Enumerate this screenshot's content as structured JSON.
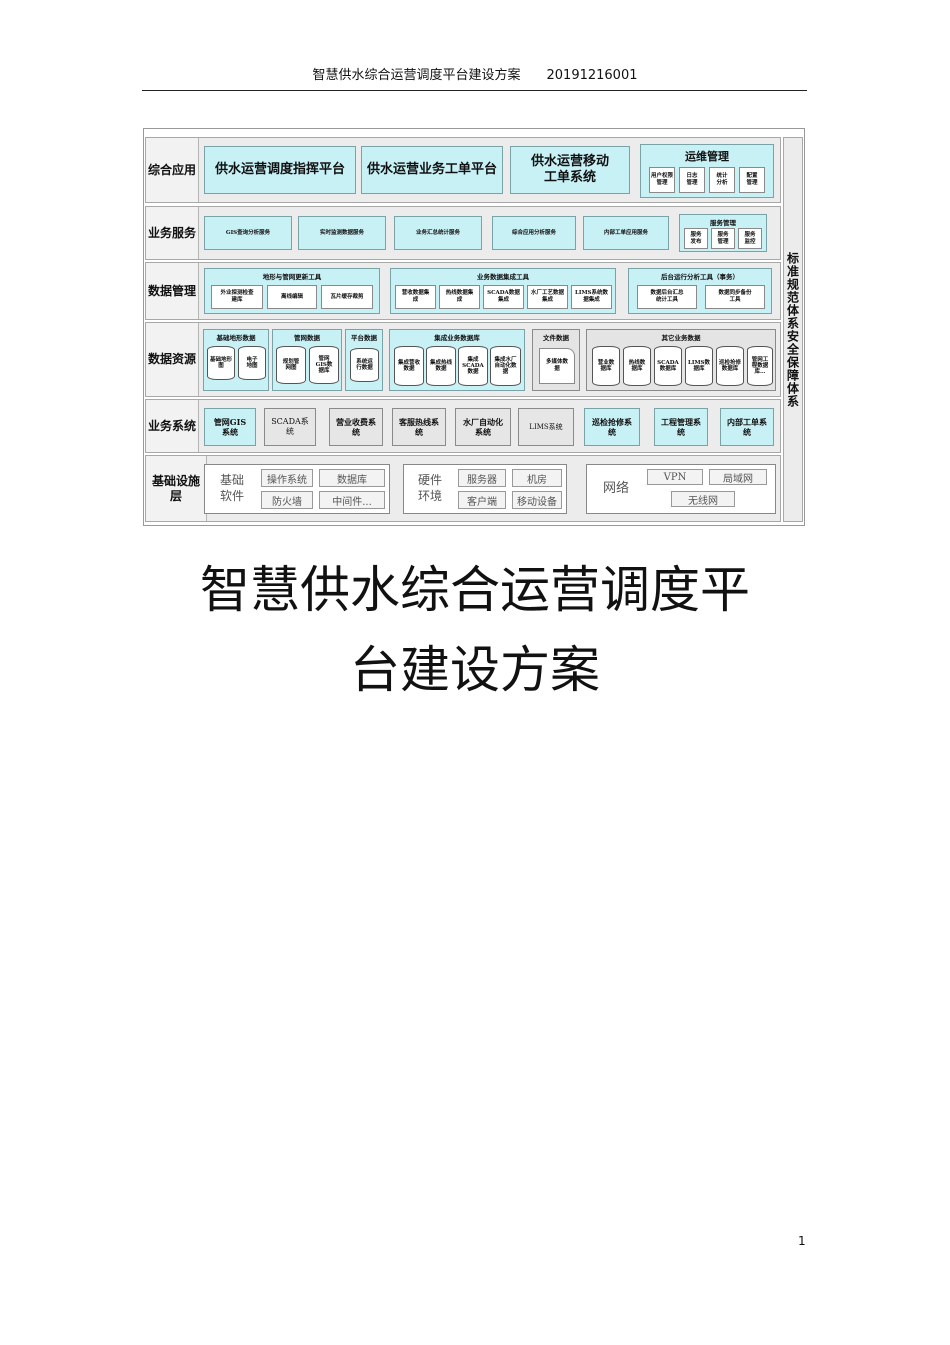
{
  "header": {
    "doc_title": "智慧供水综合运营调度平台建设方案",
    "doc_code": "20191216001"
  },
  "diagram": {
    "side_label": "标准规范体系安全保障体系",
    "rows": {
      "apps": {
        "label": "综合应用",
        "items": [
          "供水运营调度指挥平台",
          "供水运营业务工单平台",
          "供水运营移动工单系统"
        ],
        "ops": {
          "title": "运维管理",
          "items": [
            "用户权限管理",
            "日志管理",
            "统计分析",
            "配置管理"
          ]
        }
      },
      "services": {
        "label": "业务服务",
        "items": [
          "GIS查询分析服务",
          "实时监测数据服务",
          "业务汇总统计服务",
          "综合应用分析服务",
          "内部工单应用服务"
        ],
        "mgmt": {
          "title": "服务管理",
          "items": [
            "服务发布",
            "服务管理",
            "服务监控"
          ]
        }
      },
      "datamgmt": {
        "label": "数据管理",
        "g1": {
          "title": "地形与管网更新工具",
          "items": [
            "外业探测检查建库",
            "离线编辑",
            "瓦片缓存裁剪"
          ]
        },
        "g2": {
          "title": "业务数据集成工具",
          "items": [
            "营收数据集成",
            "热线数据集成",
            "SCADA数据集成",
            "水厂工艺数据集成",
            "LIMS系统数据集成"
          ]
        },
        "g3": {
          "title": "后台运行分析工具（事务）",
          "items": [
            "数据后台汇总统计工具",
            "数据同步备份工具"
          ]
        }
      },
      "resources": {
        "label": "数据资源",
        "base": {
          "title": "基础地形数据",
          "items": [
            "基础地形图",
            "电子地图"
          ]
        },
        "pipe": {
          "title": "管网数据",
          "items": [
            "规划管网图",
            "管网GIS数据库"
          ]
        },
        "platform": {
          "title": "平台数据",
          "items": [
            "系统运行数据"
          ]
        },
        "integ": {
          "title": "集成业务数据库",
          "items": [
            "集成营收数据",
            "集成热线数据",
            "集成SCADA数据",
            "集成水厂自动化数据"
          ]
        },
        "file": {
          "title": "文件数据",
          "items": [
            "多媒体数据"
          ]
        },
        "other": {
          "title": "其它业务数据",
          "items": [
            "营业数据库",
            "热线数据库",
            "SCADA数据库",
            "LIMS数据库",
            "巡检抢修数据库",
            "管网工程数据库…"
          ]
        }
      },
      "systems": {
        "label": "业务系统",
        "items": [
          "管网GIS系统",
          "SCADA系统",
          "营业收费系统",
          "客服热线系统",
          "水厂自动化系统",
          "LIMS系统",
          "巡检抢修系统",
          "工程管理系统",
          "内部工单系统"
        ]
      },
      "infra": {
        "label": "基础设施层",
        "software": {
          "label": "基础软件",
          "items": [
            "操作系统",
            "数据库",
            "防火墙",
            "中间件..."
          ]
        },
        "hardware": {
          "label": "硬件环境",
          "items": [
            "服务器",
            "机房",
            "客户端",
            "移动设备"
          ]
        },
        "network": {
          "label": "网络",
          "items": [
            "VPN",
            "局域网",
            "无线网"
          ]
        }
      }
    }
  },
  "main_title": {
    "line1": "智慧供水综合运营调度平",
    "line2": "台建设方案"
  },
  "page_number": "1"
}
